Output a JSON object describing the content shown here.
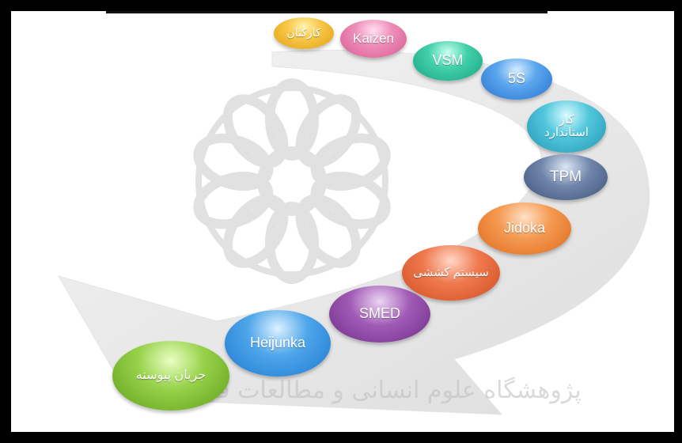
{
  "diagram": {
    "nodes": [
      {
        "id": "karkanan",
        "label": "کارکنان",
        "color": "#f2b530"
      },
      {
        "id": "kaizen",
        "label": "Kaizen",
        "color": "#e678a8"
      },
      {
        "id": "vsm",
        "label": "VSM",
        "color": "#2ebf98"
      },
      {
        "id": "5s",
        "label": "5S",
        "color": "#3f90e4"
      },
      {
        "id": "kar-standard",
        "label": "کار\nاستاندارد",
        "color": "#3cb4cc"
      },
      {
        "id": "tpm",
        "label": "TPM",
        "color": "#55698e"
      },
      {
        "id": "jidoka",
        "label": "Jidoka",
        "color": "#ec8438"
      },
      {
        "id": "system-keshshi",
        "label": "سیستم کششی",
        "color": "#e56236"
      },
      {
        "id": "smed",
        "label": "SMED",
        "color": "#8a449e"
      },
      {
        "id": "heijunka",
        "label": "Heijunka",
        "color": "#348fdf"
      },
      {
        "id": "jarayan-peyvaste",
        "label": "جریان پیوسته",
        "color": "#7fbf34"
      }
    ],
    "watermark_text": "پژوهشگاه علوم انسانی و مطالعات فرهنگی"
  }
}
